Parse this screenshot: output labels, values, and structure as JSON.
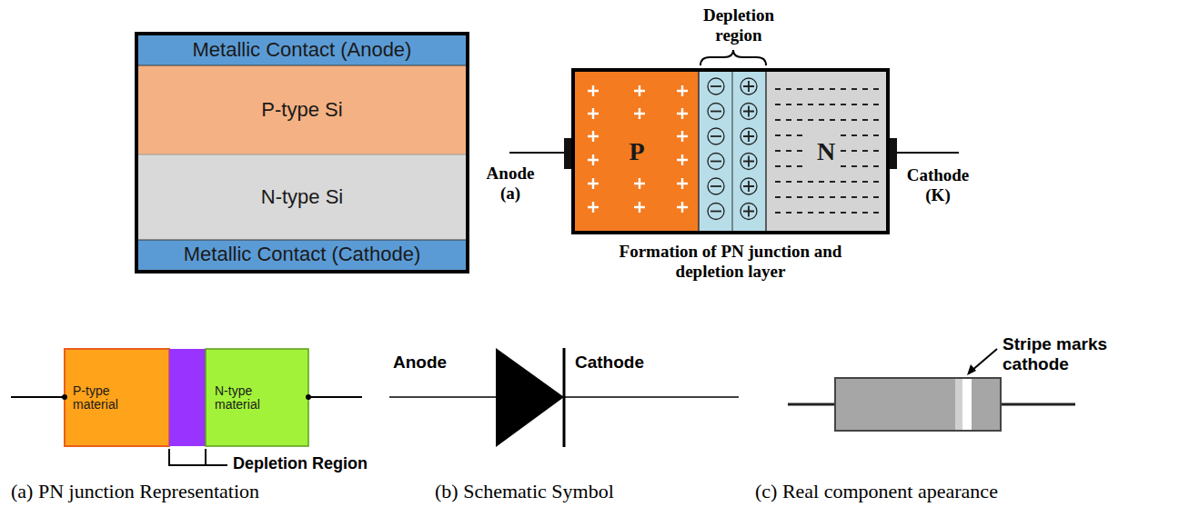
{
  "diagram": {
    "nodes": [
      {
        "text": [
          "Metallic Contact (Anode)"
        ]
      },
      {
        "text": [
          "P-type Si"
        ]
      },
      {
        "text": [
          "N-type Si"
        ]
      },
      {
        "text": [
          "Metallic Contact (Cathode)"
        ]
      },
      {
        "text": [
          "P"
        ]
      },
      {
        "text": [
          "N"
        ]
      },
      {
        "text": [
          "P-type material"
        ]
      },
      {
        "text": [
          "N-type material"
        ]
      }
    ],
    "labels": [
      "Depletion region",
      "Anode (a)",
      "Cathode (K)",
      "Formation of PN junction and depletion layer",
      "Depletion Region",
      "Anode",
      "Cathode",
      "Stripe marks cathode",
      "(a) PN junction Representation",
      "(b) Schematic Symbol",
      "(c) Real component apearance"
    ]
  }
}
